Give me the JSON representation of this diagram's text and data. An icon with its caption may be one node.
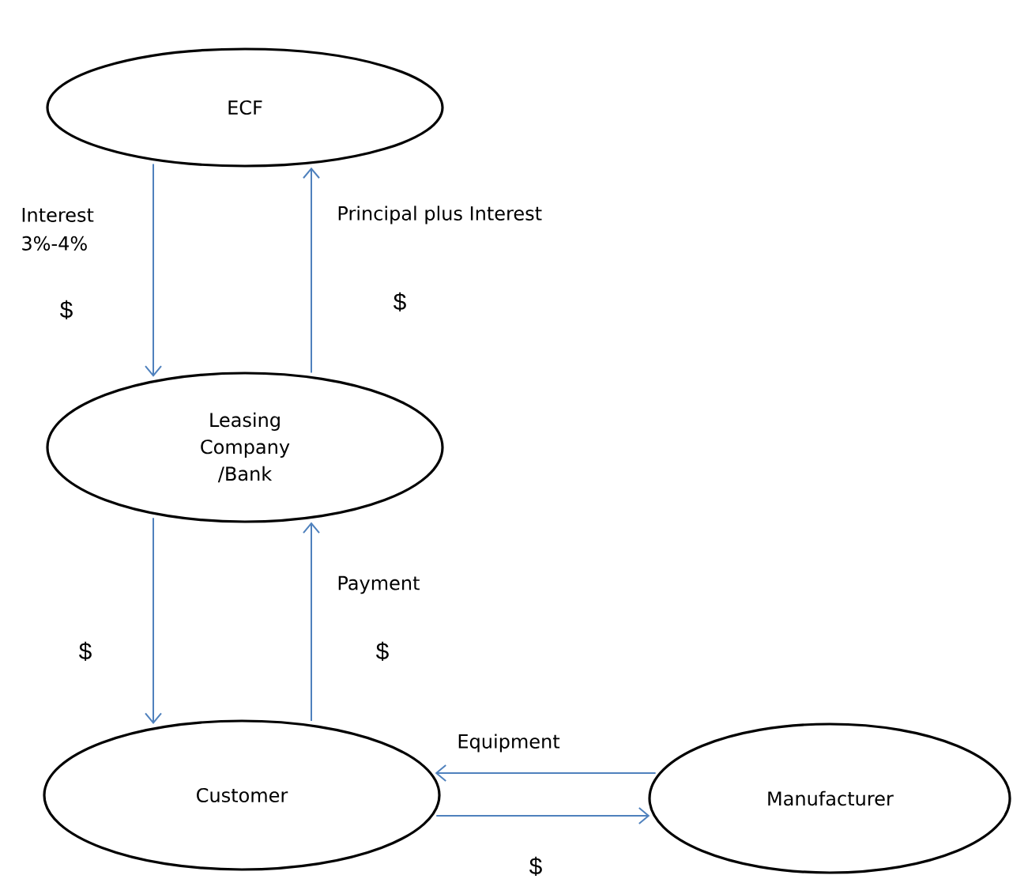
{
  "diagram": {
    "nodes": [
      {
        "text": [
          "ECF"
        ]
      },
      {
        "text": [
          "Leasing Company /Bank"
        ]
      },
      {
        "text": [
          "Customer"
        ]
      },
      {
        "text": [
          "Manufacturer"
        ]
      }
    ],
    "edges": [
      {
        "from": 0,
        "to": 1,
        "arrow": "to",
        "label": "Interest 3%-4%"
      },
      {
        "from": 1,
        "to": 0,
        "arrow": "to",
        "label": "Principal plus Interest"
      },
      {
        "from": 1,
        "to": 2,
        "arrow": "to"
      },
      {
        "from": 2,
        "to": 1,
        "arrow": "to",
        "label": "Payment"
      },
      {
        "from": 3,
        "to": 2,
        "arrow": "to",
        "label": "Equipment"
      },
      {
        "from": 2,
        "to": 3,
        "arrow": "to"
      }
    ],
    "labels": [
      "$",
      "$",
      "$",
      "$",
      "$"
    ]
  }
}
